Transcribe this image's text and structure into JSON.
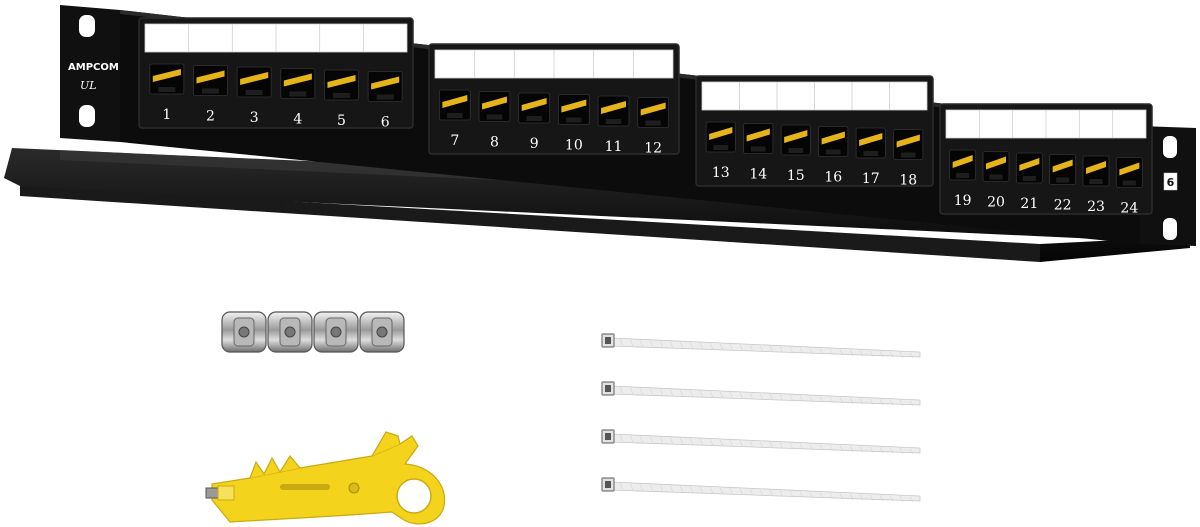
{
  "brand": {
    "name": "AMPCOM",
    "cert_mark": "UL"
  },
  "panel": {
    "rack_label": "6",
    "body_color": "#0c0c0c",
    "port_color": "#e5b418",
    "port_groups": [
      {
        "ports": [
          "1",
          "2",
          "3",
          "4",
          "5",
          "6"
        ]
      },
      {
        "ports": [
          "7",
          "8",
          "9",
          "10",
          "11",
          "12"
        ]
      },
      {
        "ports": [
          "13",
          "14",
          "15",
          "16",
          "17",
          "18"
        ]
      },
      {
        "ports": [
          "19",
          "20",
          "21",
          "22",
          "23",
          "24"
        ]
      }
    ]
  },
  "accessories": {
    "cage_nuts": {
      "count": 4,
      "icon": "cage-nut-icon"
    },
    "cable_ties": {
      "count": 4,
      "icon": "cable-tie-icon"
    },
    "tool": {
      "icon": "punch-down-stripper-icon",
      "color": "#f3d31c"
    }
  }
}
